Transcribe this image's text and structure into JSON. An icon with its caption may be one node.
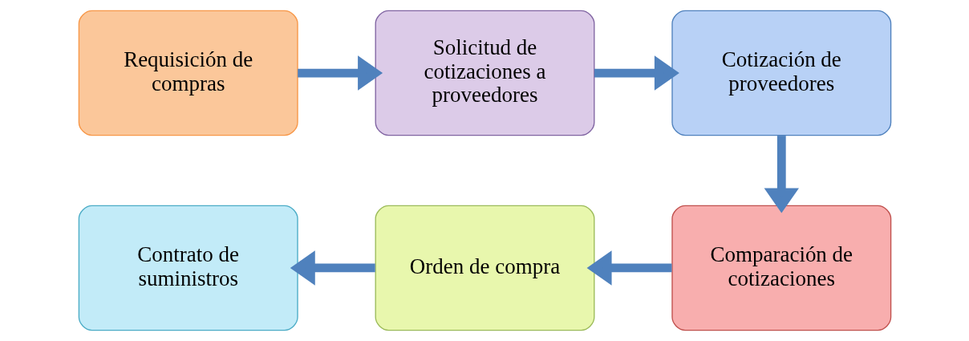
{
  "diagram": {
    "nodes": [
      {
        "text": [
          "Requisición de compras"
        ]
      },
      {
        "text": [
          "Solicitud de cotizaciones a proveedores"
        ]
      },
      {
        "text": [
          "Cotización de proveedores"
        ]
      },
      {
        "text": [
          "Comparación de cotizaciones"
        ]
      },
      {
        "text": [
          "Orden de compra"
        ]
      },
      {
        "text": [
          "Contrato de suministros"
        ]
      }
    ],
    "edges": [
      {
        "from": 0,
        "to": 1,
        "arrow": "to"
      },
      {
        "from": 1,
        "to": 2,
        "arrow": "to"
      },
      {
        "from": 2,
        "to": 3,
        "arrow": "to"
      },
      {
        "from": 3,
        "to": 4,
        "arrow": "to"
      },
      {
        "from": 4,
        "to": 5,
        "arrow": "to"
      }
    ]
  }
}
